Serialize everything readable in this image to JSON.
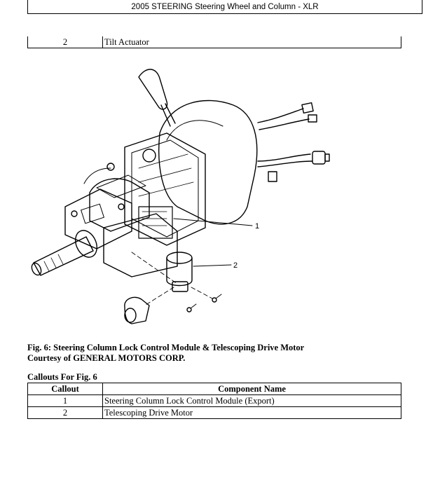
{
  "header": {
    "title": "2005 STEERING Steering Wheel and Column - XLR"
  },
  "top_row": {
    "callout": "2",
    "component": "Tilt Actuator"
  },
  "figure": {
    "callout_1": "1",
    "callout_2": "2"
  },
  "caption": {
    "line1": "Fig. 6: Steering Column Lock Control Module & Telescoping Drive Motor",
    "line2": "Courtesy of GENERAL MOTORS CORP."
  },
  "callouts": {
    "title": "Callouts For Fig. 6",
    "headers": [
      "Callout",
      "Component Name"
    ],
    "rows": [
      {
        "callout": "1",
        "name": "Steering Column Lock Control Module (Export)"
      },
      {
        "callout": "2",
        "name": "Telescoping Drive Motor"
      }
    ]
  }
}
